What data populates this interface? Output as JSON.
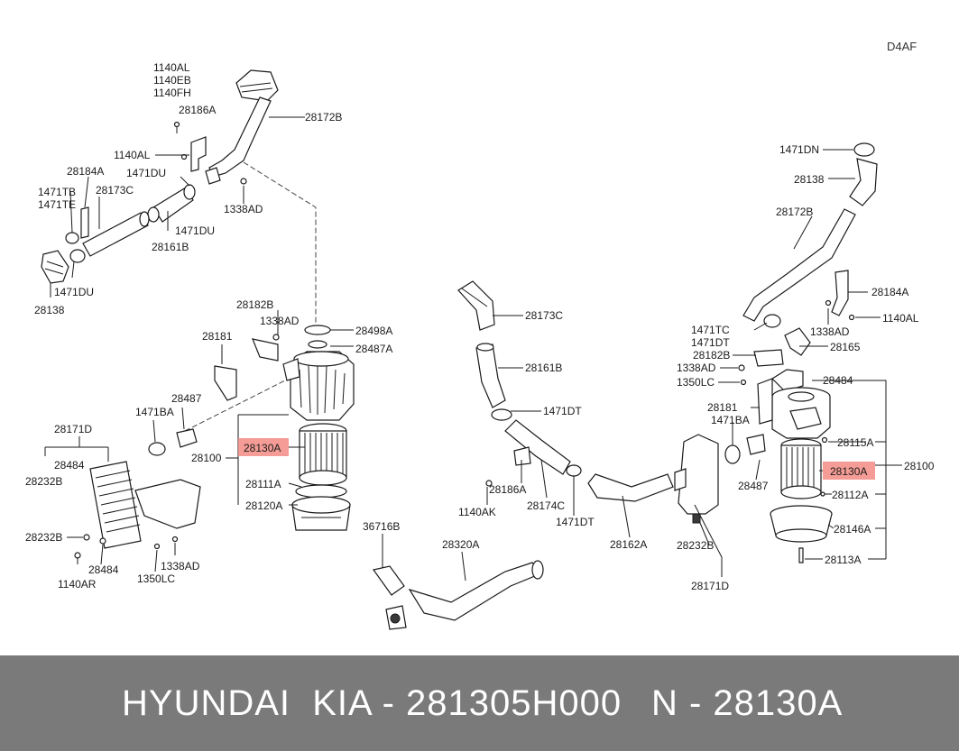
{
  "diagram": {
    "code": "D4AF",
    "highlight_part": "28130A",
    "left_labels": {
      "l1140al": "1140AL",
      "l1140eb": "1140EB",
      "l1140fh": "1140FH",
      "l28186a": "28186A",
      "l28172b": "28172B",
      "l1140al2": "1140AL",
      "l28184a": "28184A",
      "l1471du": "1471DU",
      "l28173c": "28173C",
      "l1471tb": "1471TB",
      "l1471te": "1471TE",
      "l1338ad": "1338AD",
      "l1471du2": "1471DU",
      "l28161b": "28161B",
      "l1471du3": "1471DU",
      "l28138": "28138",
      "l28182b": "28182B",
      "l1338ad2": "1338AD",
      "l28498a": "28498A",
      "l28487a": "28487A",
      "l28181": "28181",
      "l28487": "28487",
      "l1471ba": "1471BA",
      "l28171d": "28171D",
      "l28484": "28484",
      "l28232b": "28232B",
      "l28100": "28100",
      "l28130a": "28130A",
      "l28111a": "28111A",
      "l28120a": "28120A",
      "l28232b2": "28232B",
      "l28484b": "28484",
      "l1140ar": "1140AR",
      "l1350lc": "1350LC",
      "l1338ad3": "1338AD"
    },
    "center_labels": {
      "c28173c": "28173C",
      "c28161b": "28161B",
      "c1471dt": "1471DT",
      "c28186a": "28186A",
      "c1140ak": "1140AK",
      "c28174c": "28174C",
      "c1471dt2": "1471DT",
      "c28162a": "28162A",
      "c36716b": "36716B",
      "c28320a": "28320A"
    },
    "right_labels": {
      "r1471dn": "1471DN",
      "r28138": "28138",
      "r28172b": "28172B",
      "r28184a": "28184A",
      "r1338ad": "1338AD",
      "r1140al": "1140AL",
      "r1471tc": "1471TC",
      "r1471dt": "1471DT",
      "r28165": "28165",
      "r28182b": "28182B",
      "r1338ad2": "1338AD",
      "r1350lc": "1350LC",
      "r28484": "28484",
      "r28181": "28181",
      "r1471ba": "1471BA",
      "r28115a": "28115A",
      "r28100": "28100",
      "r28130a": "28130A",
      "r28487": "28487",
      "r28112a": "28112A",
      "r28232b": "28232B",
      "r28146a": "28146A",
      "r28171d": "28171D",
      "r28113a": "28113A"
    }
  },
  "footer": {
    "brand": "HYUNDAI  KIA - 281305H000",
    "part_number": "N - 28130A"
  }
}
